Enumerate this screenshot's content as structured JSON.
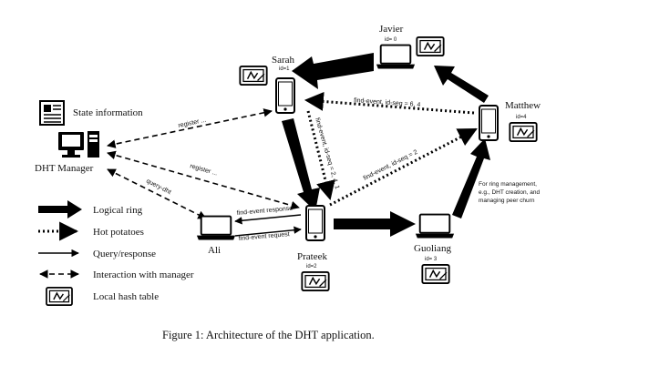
{
  "nodes": {
    "sarah": {
      "name": "Sarah",
      "id": "id=1"
    },
    "javier": {
      "name": "Javier",
      "id": "id= 0"
    },
    "matthew": {
      "name": "Matthew",
      "id": "id=4"
    },
    "prateek": {
      "name": "Prateek",
      "id": "id=2"
    },
    "guoliang": {
      "name": "Guoliang",
      "id": "id= 3"
    },
    "ali": {
      "name": "Ali"
    },
    "dht_manager": {
      "name": "DHT Manager"
    }
  },
  "state_information": "State information",
  "edge_labels": {
    "register_sarah": "register ...",
    "register_prateek": "register ...",
    "query_dht": "query-dht",
    "find_event_response": "find-event response",
    "find_event_request": "find-event request",
    "find_event_matthew_sarah": "find-event, id-seq = 6, 4",
    "find_event_sarah_prateek": "find-event, id-seq = 2, 4, 1",
    "find_event_prateek_matthew": "find-event, id-seq = 2"
  },
  "note": [
    "For ring management,",
    "e.g., DHT creation, and",
    "managing peer churn"
  ],
  "legend": [
    {
      "label": "Logical ring"
    },
    {
      "label": "Hot potatoes"
    },
    {
      "label": "Query/response"
    },
    {
      "label": "Interaction with manager"
    },
    {
      "label": "Local hash table"
    }
  ],
  "caption": "Figure 1: Architecture of the DHT application.",
  "icons": [
    "newspaper-icon",
    "desktop-computer-icon",
    "laptop-icon",
    "smartphone-icon",
    "hash-table-icon"
  ]
}
